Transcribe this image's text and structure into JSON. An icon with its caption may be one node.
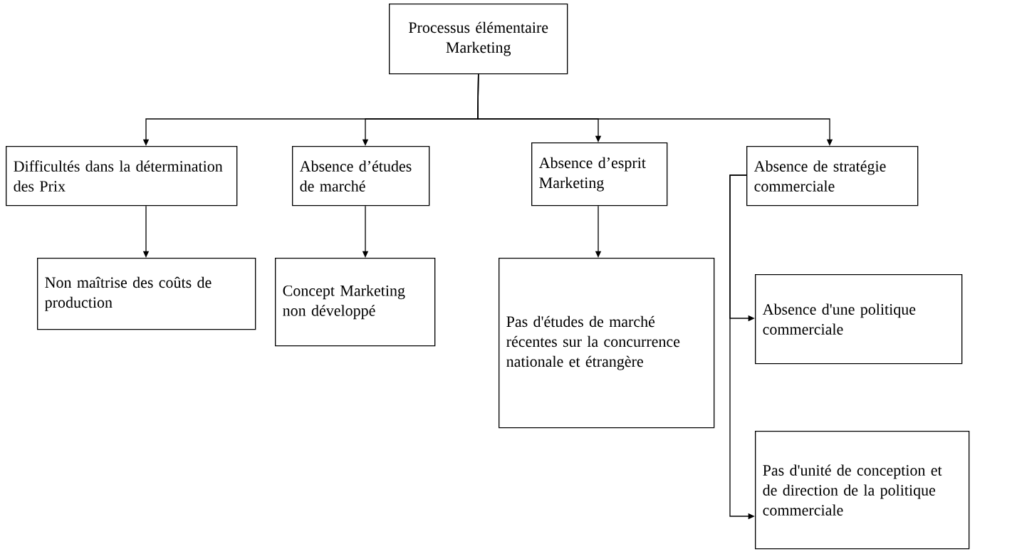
{
  "diagram": {
    "nodes": [
      {
        "text": [
          "Processus élémentaire Marketing"
        ]
      },
      {
        "text": [
          "Difficultés dans la détermination des Prix"
        ]
      },
      {
        "text": [
          "Absence d’études de marché"
        ]
      },
      {
        "text": [
          "Absence d’esprit Marketing"
        ]
      },
      {
        "text": [
          "Absence de stratégie commerciale"
        ]
      },
      {
        "text": [
          "Non maîtrise des coûts de production"
        ]
      },
      {
        "text": [
          "Concept Marketing non développé"
        ]
      },
      {
        "text": [
          "Pas d'études de marché récentes sur la concurrence nationale et étrangère"
        ]
      },
      {
        "text": [
          "Absence d'une politique commerciale"
        ]
      },
      {
        "text": [
          "Pas d'unité de conception et de direction de la politique commerciale"
        ]
      }
    ],
    "edges": [
      {
        "from": 0,
        "to": 1,
        "arrow": "to"
      },
      {
        "from": 0,
        "to": 2,
        "arrow": "to"
      },
      {
        "from": 0,
        "to": 3,
        "arrow": "to"
      },
      {
        "from": 0,
        "to": 4,
        "arrow": "to"
      },
      {
        "from": 1,
        "to": 5,
        "arrow": "to"
      },
      {
        "from": 2,
        "to": 6,
        "arrow": "to"
      },
      {
        "from": 3,
        "to": 7,
        "arrow": "to"
      },
      {
        "from": 4,
        "to": 8,
        "arrow": "to"
      },
      {
        "from": 4,
        "to": 9,
        "arrow": "to"
      }
    ]
  }
}
